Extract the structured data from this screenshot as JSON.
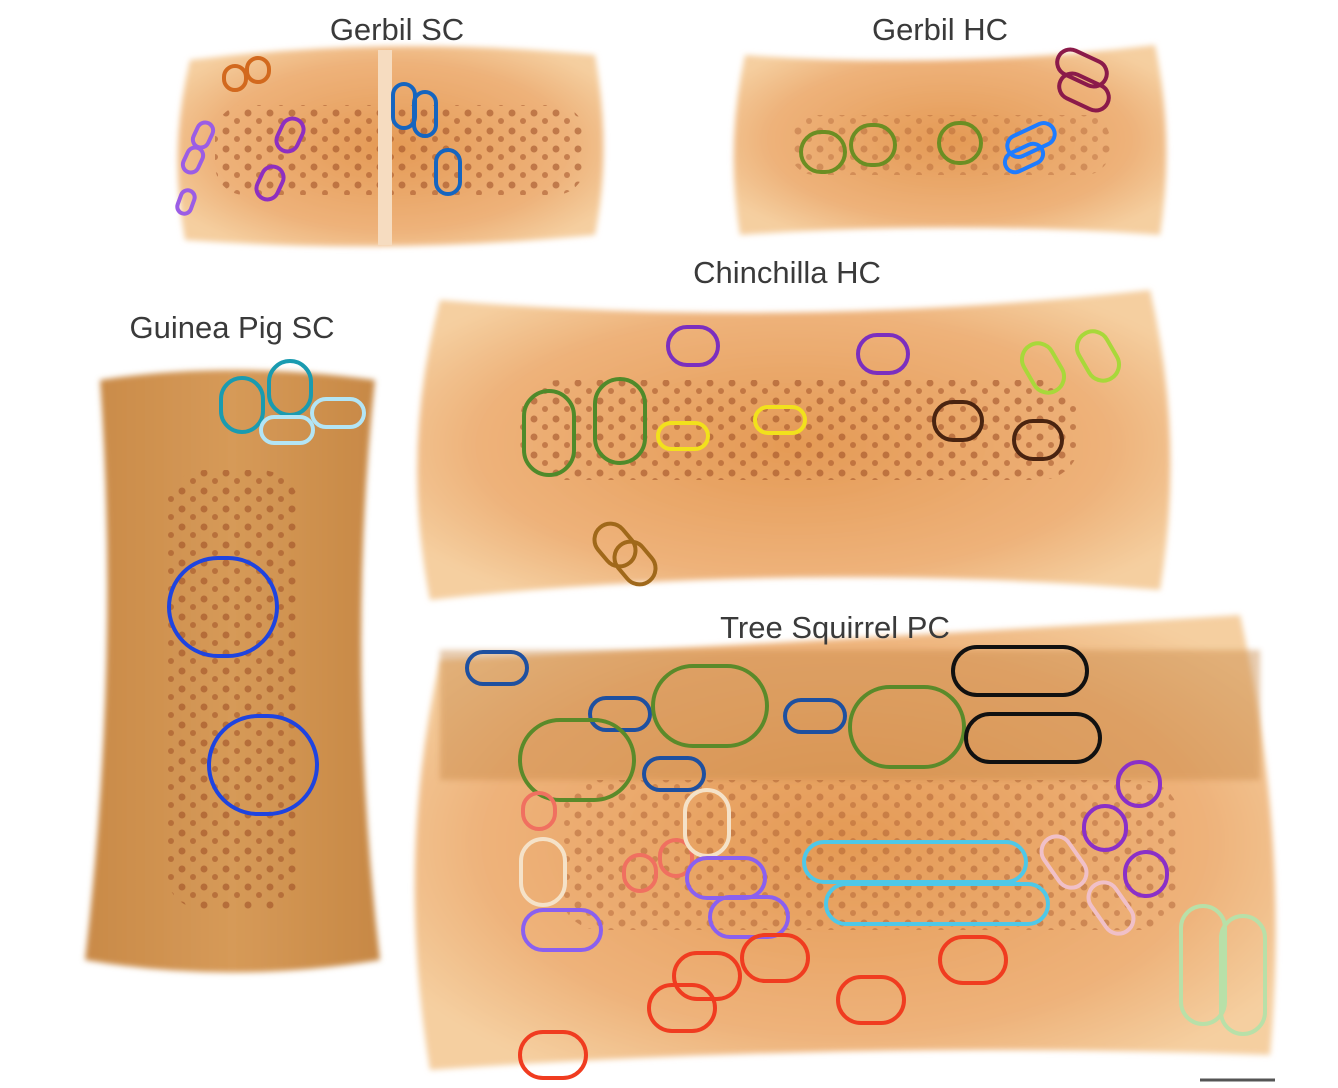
{
  "panels": {
    "gerbil_sc": {
      "title": "Gerbil SC"
    },
    "gerbil_hc": {
      "title": "Gerbil HC"
    },
    "chinchilla_hc": {
      "title": "Chinchilla HC"
    },
    "guinea_pig_sc": {
      "title": "Guinea Pig SC"
    },
    "tree_squirrel_pc": {
      "title": "Tree Squirrel PC"
    }
  },
  "colors": {
    "tissue_light": "#f0b878",
    "tissue_dark": "#b5651d",
    "cells": "#8a3a1a"
  }
}
